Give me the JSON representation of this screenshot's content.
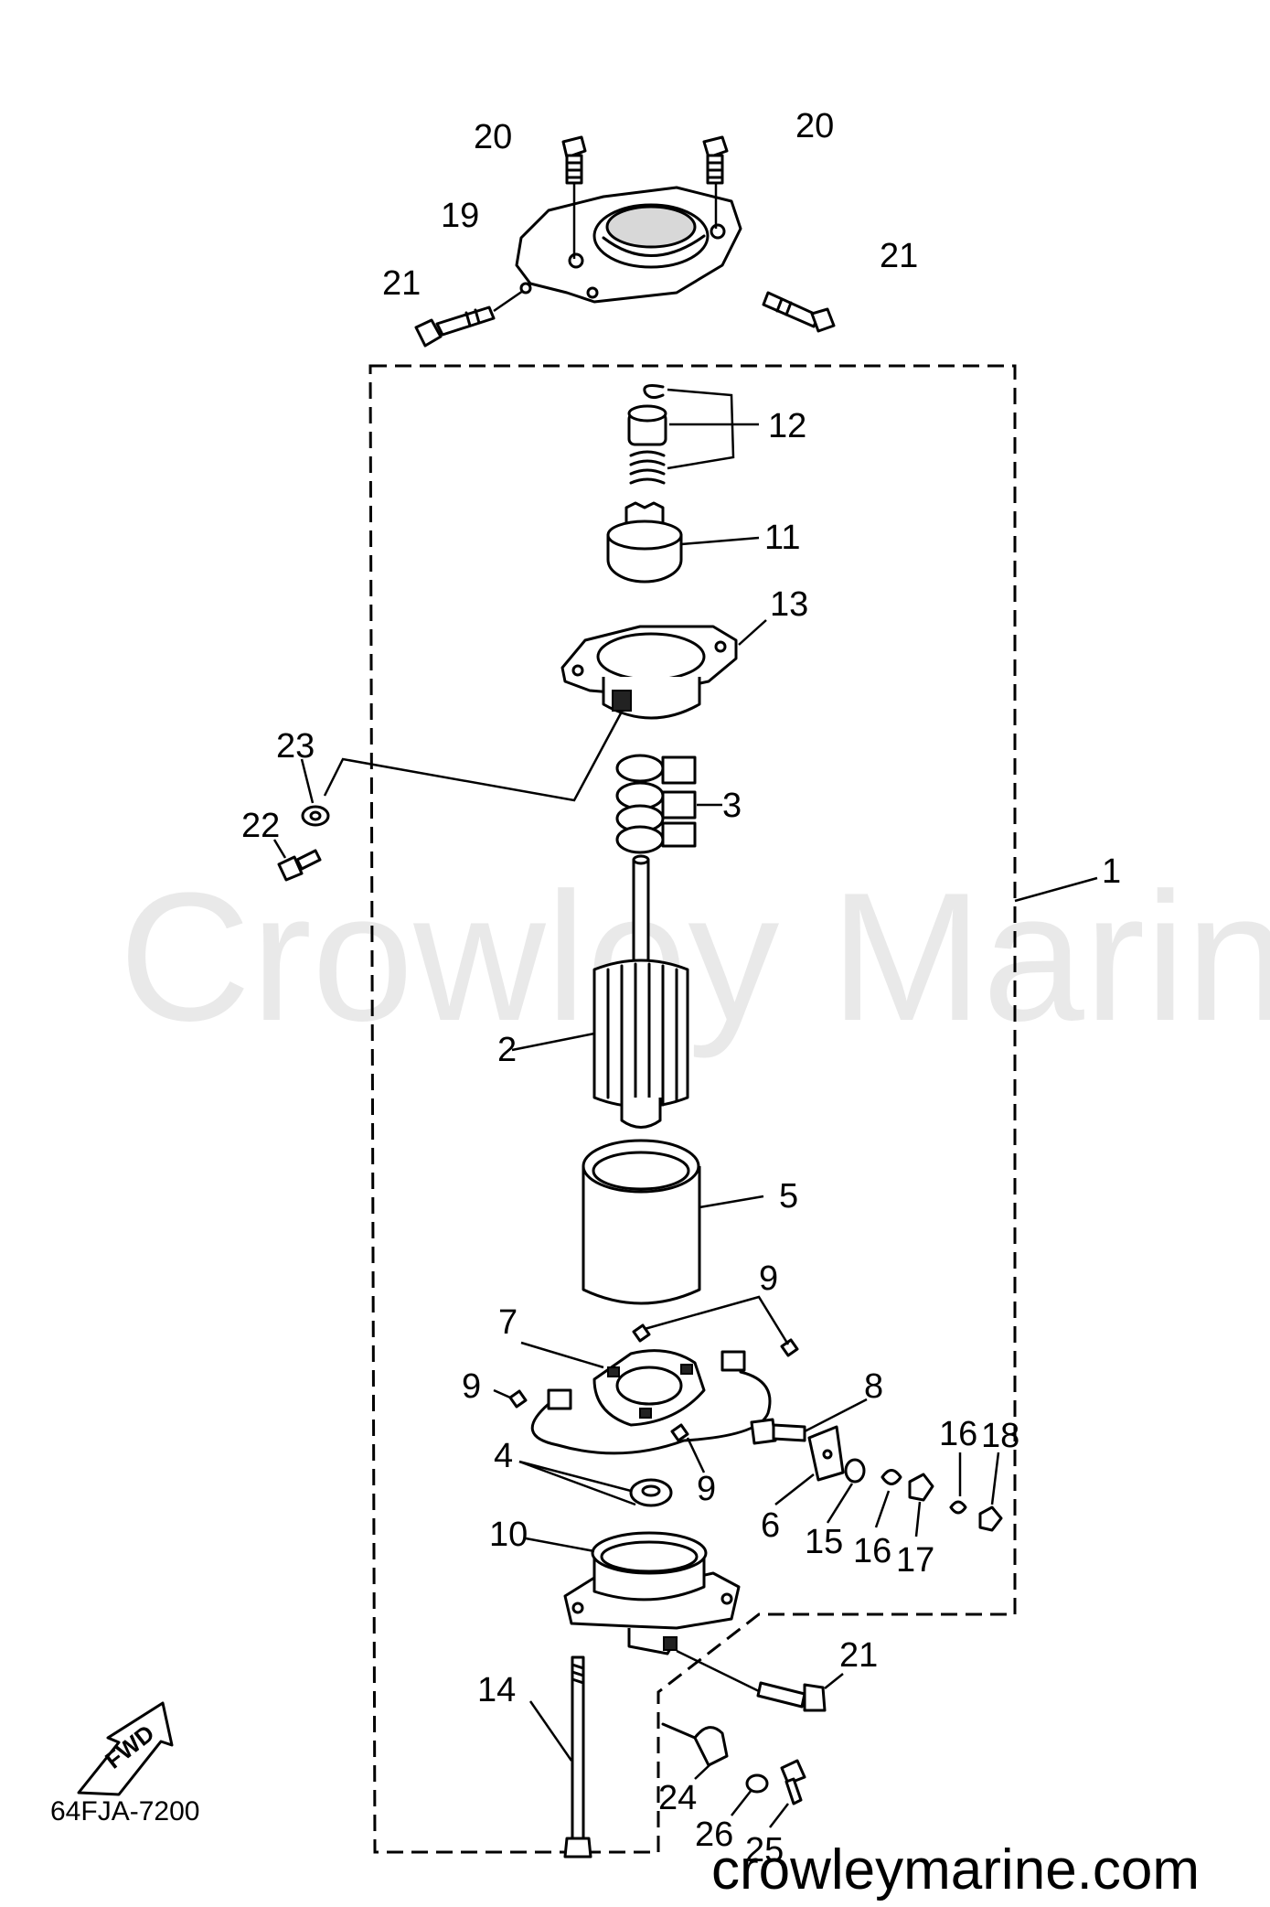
{
  "watermark": "Crowley Marine",
  "website": "crowleymarine.com",
  "diagram_code": "64FJA-7200",
  "fwd_label": "FWD",
  "callouts": {
    "c20a": "20",
    "c20b": "20",
    "c19": "19",
    "c21a": "21",
    "c21b": "21",
    "c12": "12",
    "c11": "11",
    "c13": "13",
    "c23": "23",
    "c22": "22",
    "c3": "3",
    "c1": "1",
    "c2": "2",
    "c5": "5",
    "c9a": "9",
    "c7": "7",
    "c9b": "9",
    "c8": "8",
    "c9c": "9",
    "c4": "4",
    "c16a": "16",
    "c18": "18",
    "c6": "6",
    "c15": "15",
    "c16b": "16",
    "c17": "17",
    "c10": "10",
    "c21c": "21",
    "c14": "14",
    "c24": "24",
    "c26": "26",
    "c25": "25"
  }
}
